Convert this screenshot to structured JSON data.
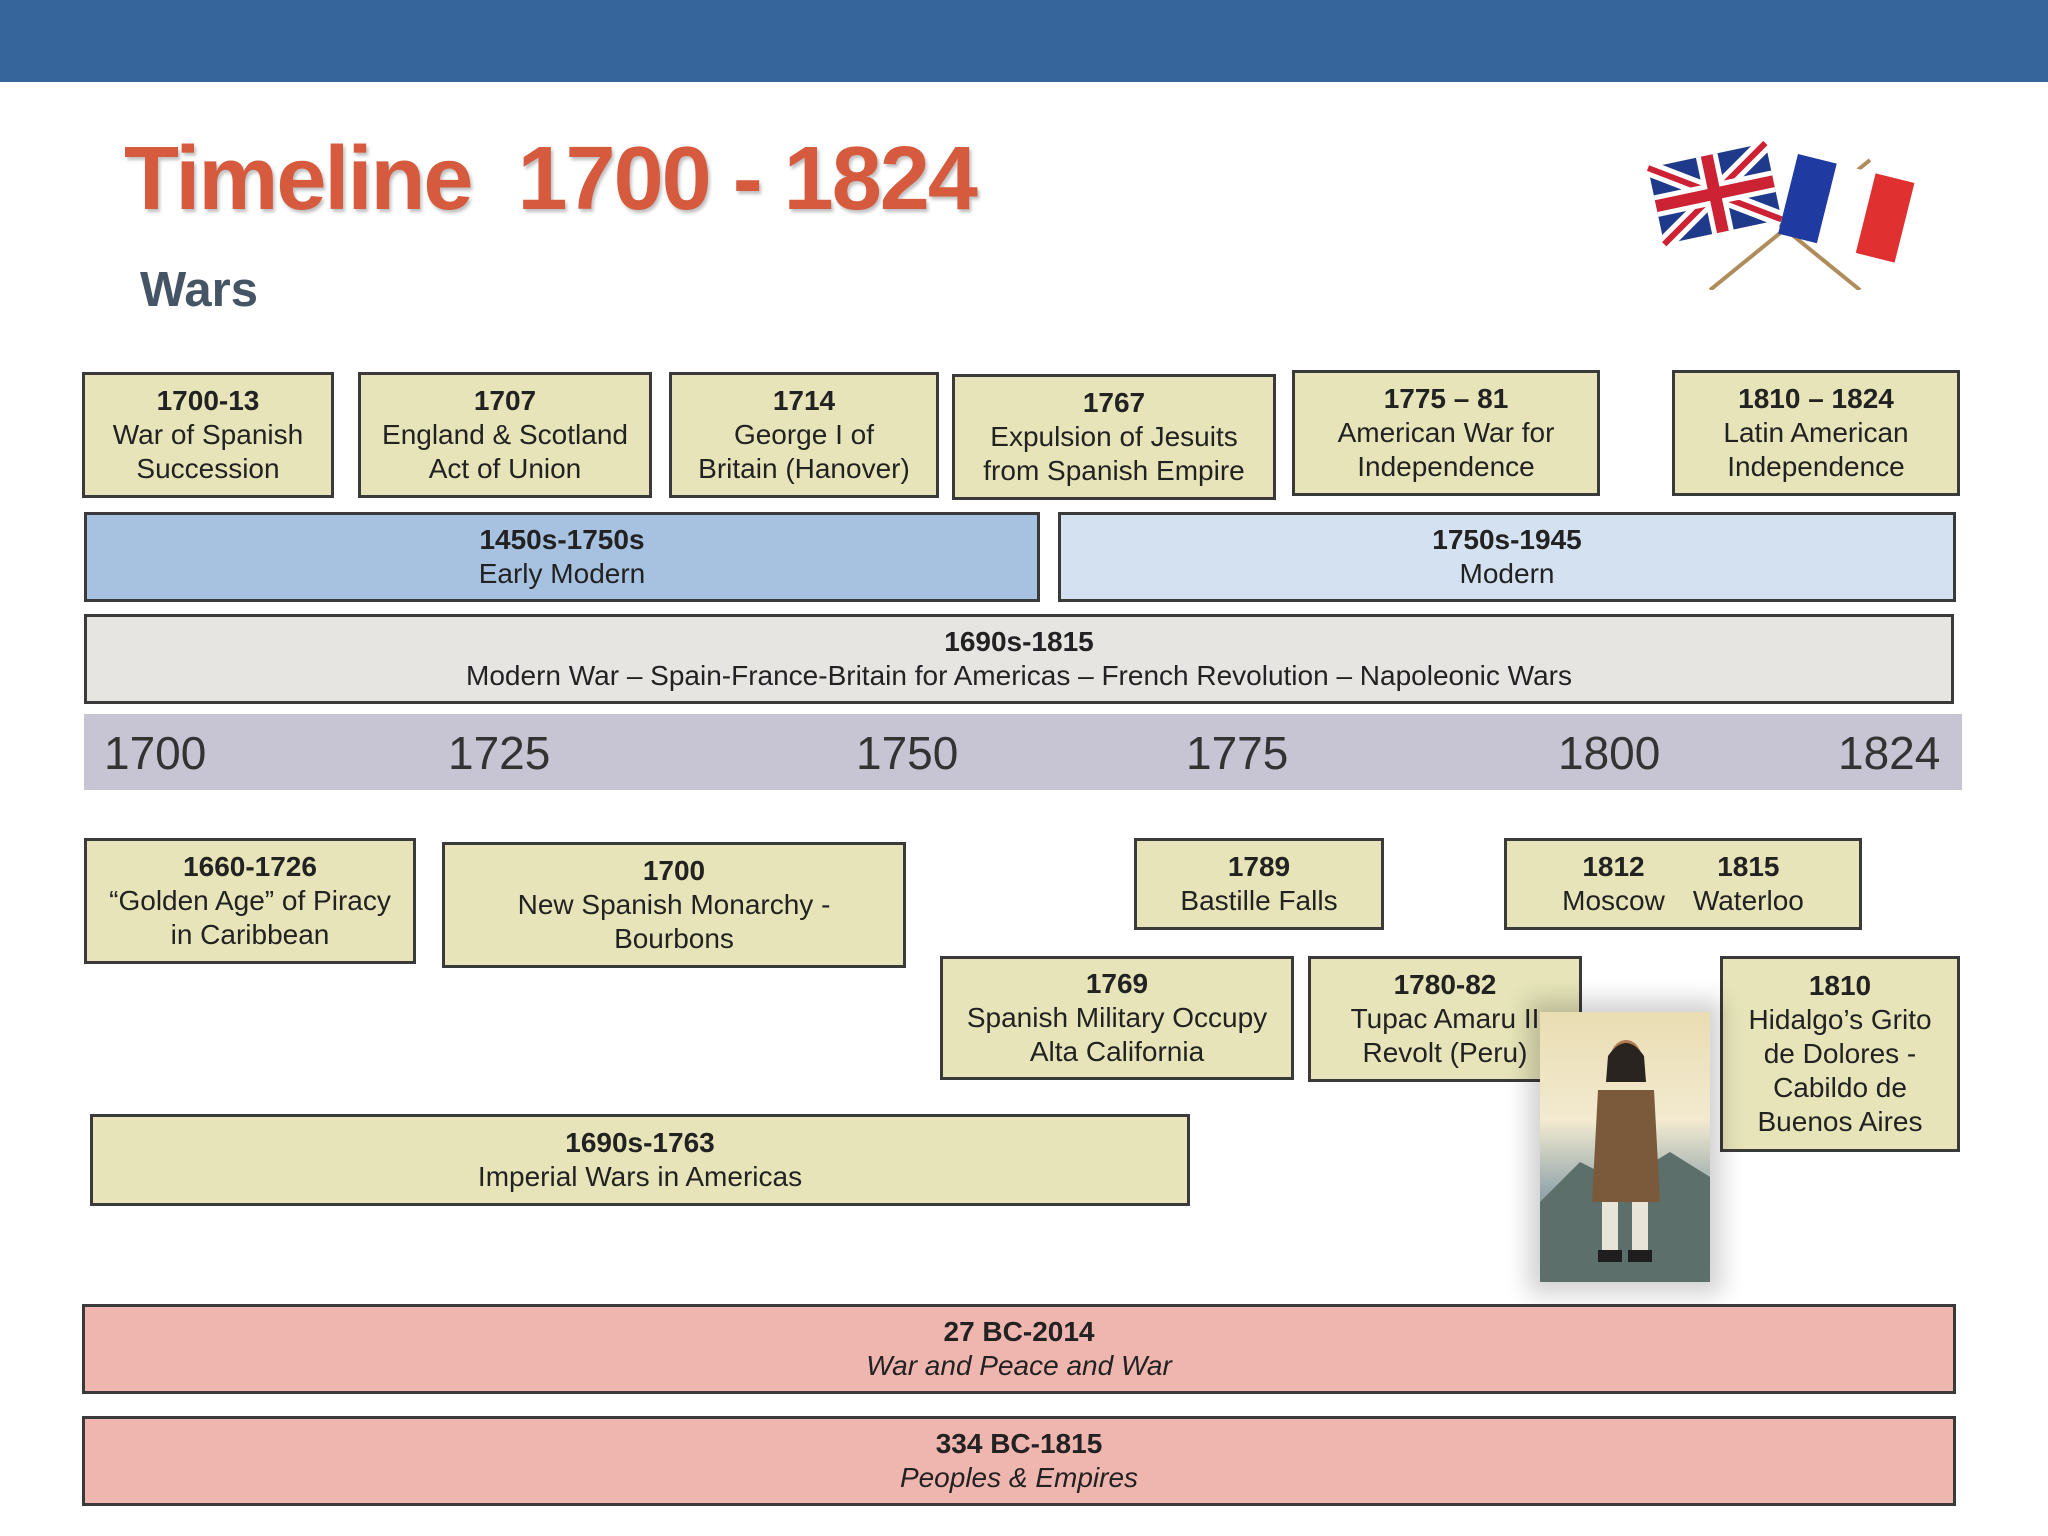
{
  "slide": {
    "title": "Timeline  1700 - 1824",
    "subtitle": "Wars",
    "colors": {
      "header_bar": "#36659c",
      "title": "#d65a3d",
      "event_box": "#e6e4b8",
      "pink_band": "#efb6b0"
    },
    "icons": [
      "flags-uk-france-icon",
      "portrait-image"
    ]
  },
  "top_events": [
    {
      "year": "1700-13",
      "label": "War of Spanish\nSuccession"
    },
    {
      "year": "1707",
      "label": "England & Scotland\nAct of Union"
    },
    {
      "year": "1714",
      "label": "George I of\nBritain (Hanover)"
    },
    {
      "year": "1767",
      "label": "Expulsion of Jesuits\nfrom Spanish Empire"
    },
    {
      "year": "1775 – 81",
      "label": "American War for\nIndependence"
    },
    {
      "year": "1810 – 1824",
      "label": "Latin American\nIndependence"
    }
  ],
  "eras": [
    {
      "year": "1450s-1750s",
      "label": "Early Modern"
    },
    {
      "year": "1750s-1945",
      "label": "Modern"
    }
  ],
  "war_band": {
    "year": "1690s-1815",
    "label": "Modern War – Spain-France-Britain for Americas – French Revolution – Napoleonic Wars"
  },
  "axis": [
    "1700",
    "1725",
    "1750",
    "1775",
    "1800",
    "1824"
  ],
  "bottom_events": [
    {
      "year": "1660-1726",
      "label": "“Golden Age” of Piracy\nin Caribbean"
    },
    {
      "year": "1700",
      "label": "New Spanish Monarchy -\nBourbons"
    },
    {
      "year": "1789",
      "label": "Bastille Falls"
    },
    {
      "year": "1769",
      "label": "Spanish Military Occupy\nAlta California"
    },
    {
      "year": "1780-82",
      "label": "Tupac Amaru II\nRevolt (Peru)"
    },
    {
      "year": "1810",
      "label": "Hidalgo’s Grito\nde Dolores -\nCabildo de\nBuenos Aires"
    },
    {
      "year": "1690s-1763",
      "label": "Imperial Wars in Americas"
    }
  ],
  "napoleon_box": {
    "left": {
      "year": "1812",
      "label": "Moscow"
    },
    "right": {
      "year": "1815",
      "label": "Waterloo"
    }
  },
  "courses": [
    {
      "year": "27 BC-2014",
      "label": "War and Peace and War"
    },
    {
      "year": "334 BC-1815",
      "label": "Peoples & Empires"
    }
  ]
}
